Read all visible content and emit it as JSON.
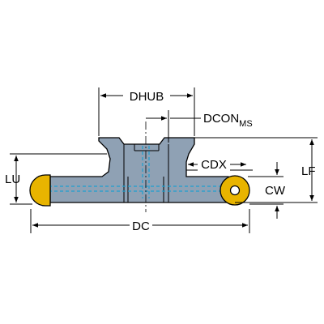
{
  "labels": {
    "dhub": "DHUB",
    "dcon": "DCON",
    "dcon_sub": "MS",
    "cdx": "CDX",
    "lf": "LF",
    "lu": "LU",
    "cw": "CW",
    "dc": "DC"
  },
  "colors": {
    "body": "#8fa1b4",
    "insert": "#e8b400",
    "line": "#000000",
    "coolant": "#1ca0d0"
  }
}
